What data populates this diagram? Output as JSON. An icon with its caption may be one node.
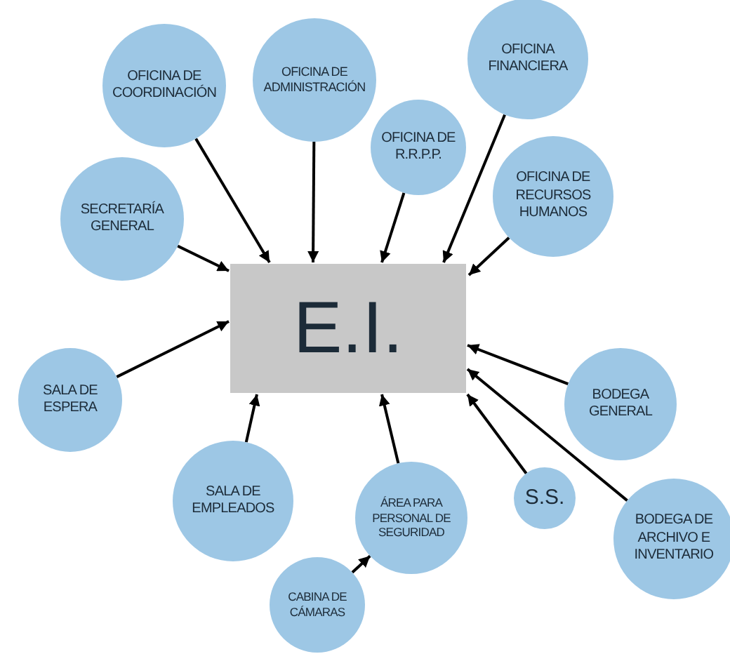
{
  "diagram": {
    "nodes": [
      {
        "text": [
          "E.I."
        ]
      },
      {
        "text": [
          "OFICINA DE COORDINACIÓN"
        ]
      },
      {
        "text": [
          "OFICINA DE ADMINISTRACIÓN"
        ]
      },
      {
        "text": [
          "OFICINA FINANCIERA"
        ]
      },
      {
        "text": [
          "OFICINA DE R.R.P.P."
        ]
      },
      {
        "text": [
          "SECRETARÍA GENERAL"
        ]
      },
      {
        "text": [
          "OFICINA DE RECURSOS HUMANOS"
        ]
      },
      {
        "text": [
          "SALA DE ESPERA"
        ]
      },
      {
        "text": [
          "BODEGA GENERAL"
        ]
      },
      {
        "text": [
          "SALA DE EMPLEADOS"
        ]
      },
      {
        "text": [
          "ÁREA PARA PERSONAL DE SEGURIDAD"
        ]
      },
      {
        "text": [
          "S.S."
        ]
      },
      {
        "text": [
          "BODEGA DE ARCHIVO E INVENTARIO"
        ]
      },
      {
        "text": [
          "CABINA DE CÁMARAS"
        ]
      }
    ],
    "edges": [
      {
        "from": 1,
        "to": 0,
        "arrow": "to"
      },
      {
        "from": 2,
        "to": 0,
        "arrow": "to"
      },
      {
        "from": 3,
        "to": 0,
        "arrow": "to"
      },
      {
        "from": 4,
        "to": 0,
        "arrow": "to"
      },
      {
        "from": 5,
        "to": 0,
        "arrow": "to"
      },
      {
        "from": 6,
        "to": 0,
        "arrow": "to"
      },
      {
        "from": 7,
        "to": 0,
        "arrow": "to"
      },
      {
        "from": 8,
        "to": 0,
        "arrow": "to"
      },
      {
        "from": 9,
        "to": 0,
        "arrow": "to"
      },
      {
        "from": 10,
        "to": 0,
        "arrow": "to"
      },
      {
        "from": 11,
        "to": 0,
        "arrow": "to"
      },
      {
        "from": 12,
        "to": 0,
        "arrow": "to"
      },
      {
        "from": 13,
        "to": 10,
        "arrow": "to"
      }
    ]
  }
}
